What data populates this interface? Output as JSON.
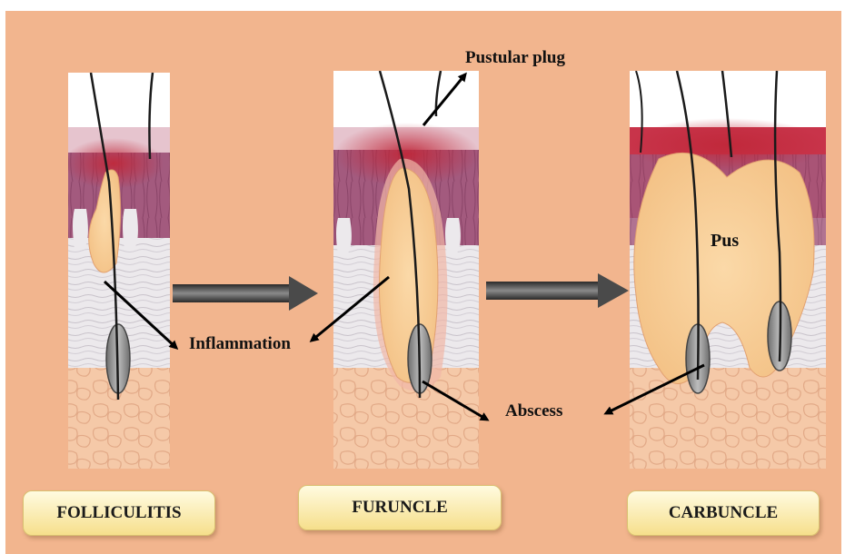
{
  "colors": {
    "background": "#F2B58E",
    "box_fill_top": "#FFFBE0",
    "box_fill_bottom": "#F6DF8C",
    "epidermis": "#A35A7E",
    "epidermis_inflamed": "#C02B3A",
    "dermis": "#E8E4E8",
    "fat": "#F5C9A8",
    "pus": "#F8CF98",
    "hair": "#1a1a1a",
    "arrow": "#3a3a3a"
  },
  "labels": {
    "pustular_plug": "Pustular plug",
    "inflammation": "Inflammation",
    "abscess": "Abscess",
    "pus": "Pus"
  },
  "stages": [
    {
      "label": "FOLLICULITIS"
    },
    {
      "label": "FURUNCLE"
    },
    {
      "label": "CARBUNCLE"
    }
  ]
}
